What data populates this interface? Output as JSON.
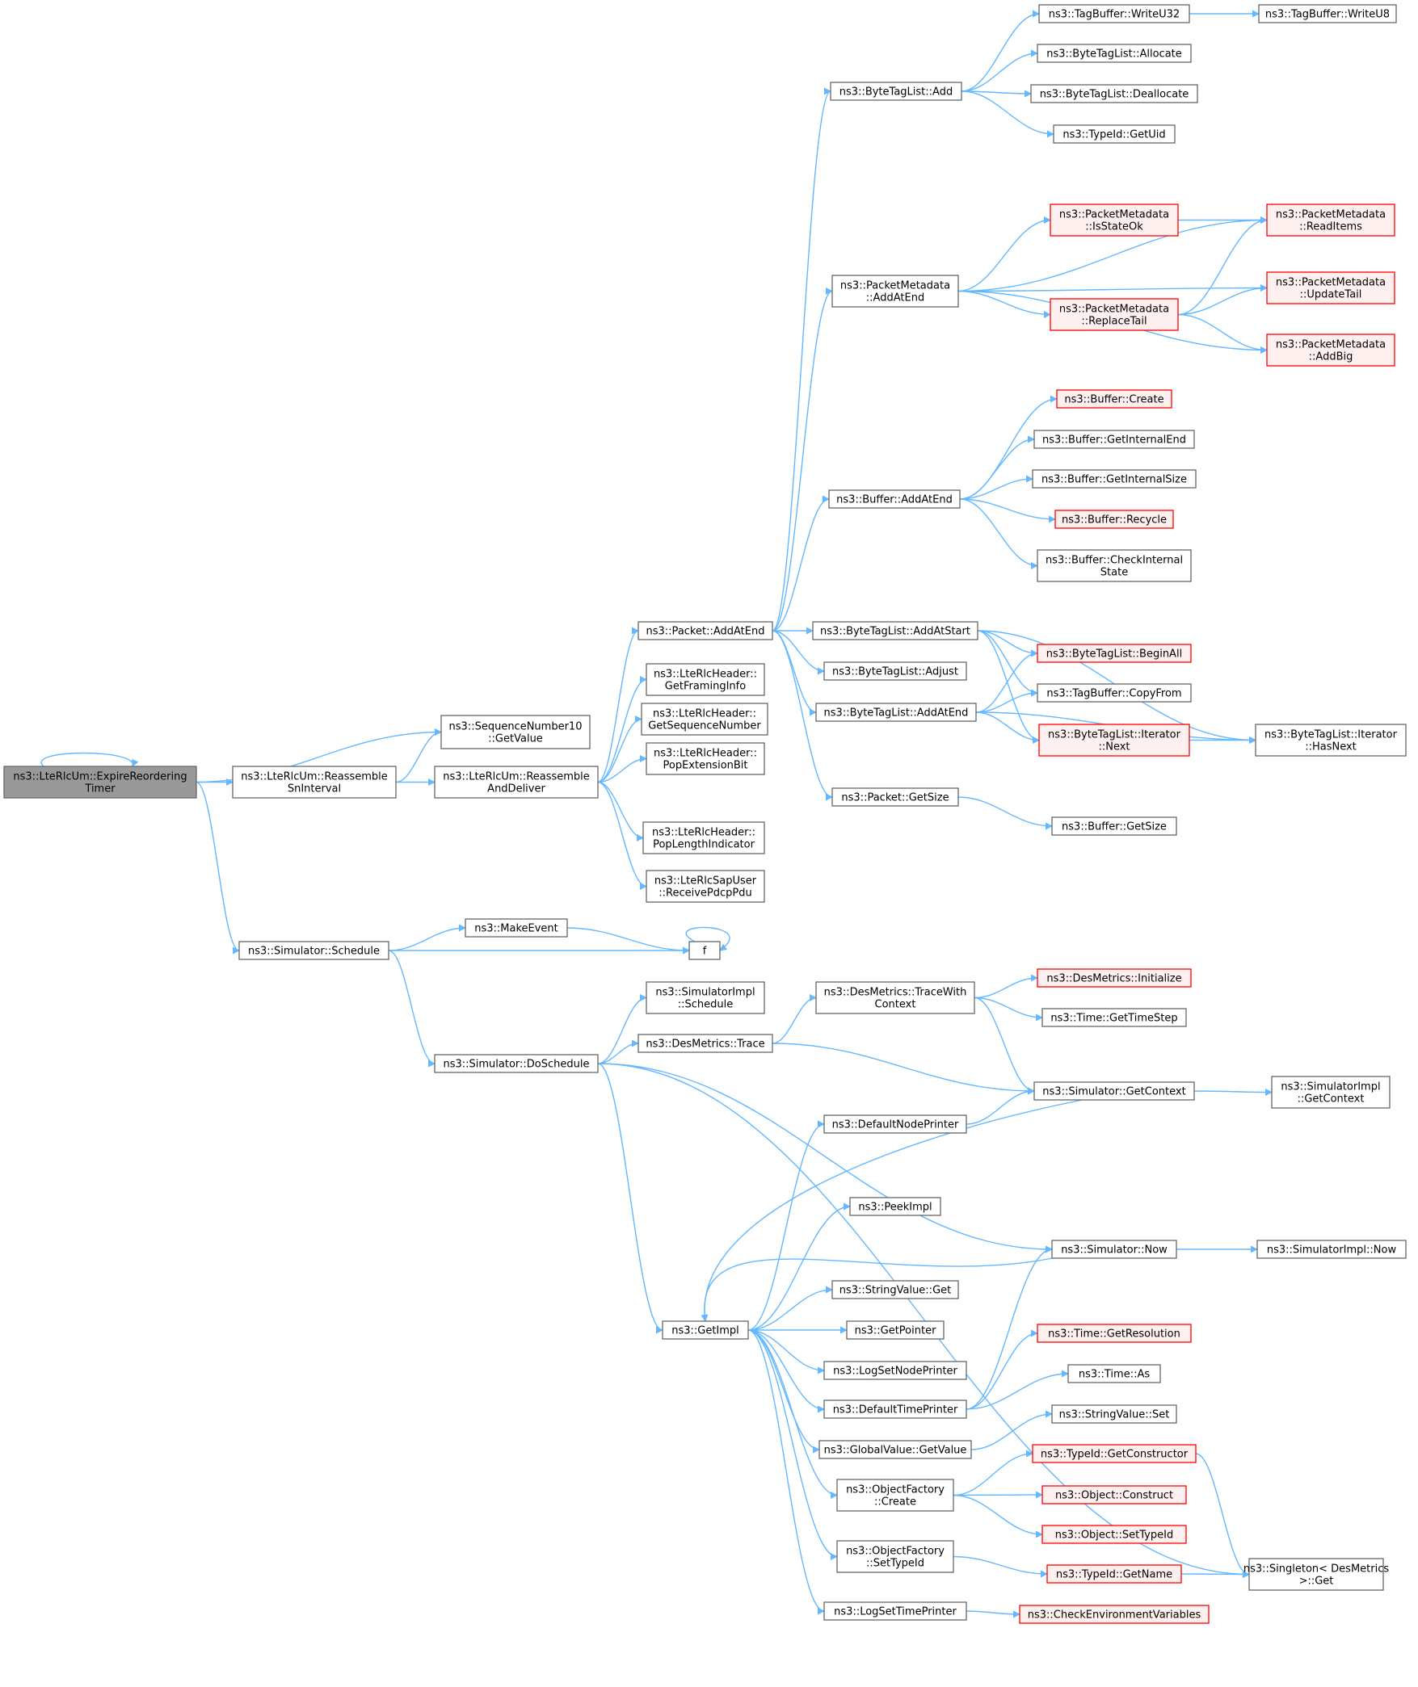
{
  "diagram": {
    "nodes": [
      {
        "id": "expire",
        "lines": [
          "ns3::LteRlcUm::ExpireReordering",
          "Timer"
        ],
        "style": "root"
      },
      {
        "id": "seq10",
        "lines": [
          "ns3::SequenceNumber10",
          "::GetValue"
        ],
        "style": "normal"
      },
      {
        "id": "reasm_sn",
        "lines": [
          "ns3::LteRlcUm::Reassemble",
          "SnInterval"
        ],
        "style": "normal"
      },
      {
        "id": "reasm_del",
        "lines": [
          "ns3::LteRlcUm::Reassemble",
          "AndDeliver"
        ],
        "style": "normal"
      },
      {
        "id": "sched",
        "lines": [
          "ns3::Simulator::Schedule"
        ],
        "style": "normal"
      },
      {
        "id": "doSched",
        "lines": [
          "ns3::Simulator::DoSchedule"
        ],
        "style": "normal"
      },
      {
        "id": "pktAdd",
        "lines": [
          "ns3::Packet::AddAtEnd"
        ],
        "style": "normal"
      },
      {
        "id": "framing",
        "lines": [
          "ns3::LteRlcHeader::",
          "GetFramingInfo"
        ],
        "style": "normal"
      },
      {
        "id": "seqnum",
        "lines": [
          "ns3::LteRlcHeader::",
          "GetSequenceNumber"
        ],
        "style": "normal"
      },
      {
        "id": "popExt",
        "lines": [
          "ns3::LteRlcHeader::",
          "PopExtensionBit"
        ],
        "style": "normal"
      },
      {
        "id": "popLen",
        "lines": [
          "ns3::LteRlcHeader::",
          "PopLengthIndicator"
        ],
        "style": "normal"
      },
      {
        "id": "recvPdcp",
        "lines": [
          "ns3::LteRlcSapUser",
          "::ReceivePdcpPdu"
        ],
        "style": "normal"
      },
      {
        "id": "makeEvent",
        "lines": [
          "ns3::MakeEvent"
        ],
        "style": "normal"
      },
      {
        "id": "f",
        "lines": [
          "f"
        ],
        "style": "normal"
      },
      {
        "id": "simImplSched",
        "lines": [
          "ns3::SimulatorImpl",
          "::Schedule"
        ],
        "style": "normal"
      },
      {
        "id": "desTrace",
        "lines": [
          "ns3::DesMetrics::Trace"
        ],
        "style": "normal"
      },
      {
        "id": "getImpl",
        "lines": [
          "ns3::GetImpl"
        ],
        "style": "normal"
      },
      {
        "id": "btlAdd",
        "lines": [
          "ns3::ByteTagList::Add"
        ],
        "style": "normal"
      },
      {
        "id": "pmAdd",
        "lines": [
          "ns3::PacketMetadata",
          "::AddAtEnd"
        ],
        "style": "normal"
      },
      {
        "id": "bufAdd",
        "lines": [
          "ns3::Buffer::AddAtEnd"
        ],
        "style": "normal"
      },
      {
        "id": "btlAddStart",
        "lines": [
          "ns3::ByteTagList::AddAtStart"
        ],
        "style": "normal"
      },
      {
        "id": "btlAdjust",
        "lines": [
          "ns3::ByteTagList::Adjust"
        ],
        "style": "normal"
      },
      {
        "id": "btlAddEnd",
        "lines": [
          "ns3::ByteTagList::AddAtEnd"
        ],
        "style": "normal"
      },
      {
        "id": "pktSize",
        "lines": [
          "ns3::Packet::GetSize"
        ],
        "style": "normal"
      },
      {
        "id": "desTraceCtx",
        "lines": [
          "ns3::DesMetrics::TraceWith",
          "Context"
        ],
        "style": "normal"
      },
      {
        "id": "defNode",
        "lines": [
          "ns3::DefaultNodePrinter"
        ],
        "style": "normal"
      },
      {
        "id": "peekImpl",
        "lines": [
          "ns3::PeekImpl"
        ],
        "style": "normal"
      },
      {
        "id": "strGet",
        "lines": [
          "ns3::StringValue::Get"
        ],
        "style": "normal"
      },
      {
        "id": "getPtr",
        "lines": [
          "ns3::GetPointer"
        ],
        "style": "normal"
      },
      {
        "id": "logNode",
        "lines": [
          "ns3::LogSetNodePrinter"
        ],
        "style": "normal"
      },
      {
        "id": "defTime",
        "lines": [
          "ns3::DefaultTimePrinter"
        ],
        "style": "normal"
      },
      {
        "id": "gvGet",
        "lines": [
          "ns3::GlobalValue::GetValue"
        ],
        "style": "normal"
      },
      {
        "id": "ofCreate",
        "lines": [
          "ns3::ObjectFactory",
          "::Create"
        ],
        "style": "normal"
      },
      {
        "id": "ofSetType",
        "lines": [
          "ns3::ObjectFactory",
          "::SetTypeId"
        ],
        "style": "normal"
      },
      {
        "id": "logTime",
        "lines": [
          "ns3::LogSetTimePrinter"
        ],
        "style": "normal"
      },
      {
        "id": "tbU32",
        "lines": [
          "ns3::TagBuffer::WriteU32"
        ],
        "style": "normal"
      },
      {
        "id": "btlAlloc",
        "lines": [
          "ns3::ByteTagList::Allocate"
        ],
        "style": "normal"
      },
      {
        "id": "btlDealloc",
        "lines": [
          "ns3::ByteTagList::Deallocate"
        ],
        "style": "normal"
      },
      {
        "id": "tidUid",
        "lines": [
          "ns3::TypeId::GetUid"
        ],
        "style": "normal"
      },
      {
        "id": "pmState",
        "lines": [
          "ns3::PacketMetadata",
          "::IsStateOk"
        ],
        "style": "trunc"
      },
      {
        "id": "pmRepl",
        "lines": [
          "ns3::PacketMetadata",
          "::ReplaceTail"
        ],
        "style": "trunc"
      },
      {
        "id": "bufCreate",
        "lines": [
          "ns3::Buffer::Create"
        ],
        "style": "trunc"
      },
      {
        "id": "bufIntEnd",
        "lines": [
          "ns3::Buffer::GetInternalEnd"
        ],
        "style": "normal"
      },
      {
        "id": "bufIntSize",
        "lines": [
          "ns3::Buffer::GetInternalSize"
        ],
        "style": "normal"
      },
      {
        "id": "bufRecycle",
        "lines": [
          "ns3::Buffer::Recycle"
        ],
        "style": "trunc"
      },
      {
        "id": "bufCheck",
        "lines": [
          "ns3::Buffer::CheckInternal",
          "State"
        ],
        "style": "normal"
      },
      {
        "id": "btlBegin",
        "lines": [
          "ns3::ByteTagList::BeginAll"
        ],
        "style": "trunc"
      },
      {
        "id": "tbCopy",
        "lines": [
          "ns3::TagBuffer::CopyFrom"
        ],
        "style": "normal"
      },
      {
        "id": "btlNext",
        "lines": [
          "ns3::ByteTagList::Iterator",
          "::Next"
        ],
        "style": "trunc"
      },
      {
        "id": "bufSize",
        "lines": [
          "ns3::Buffer::GetSize"
        ],
        "style": "normal"
      },
      {
        "id": "desInit",
        "lines": [
          "ns3::DesMetrics::Initialize"
        ],
        "style": "trunc"
      },
      {
        "id": "timeStep",
        "lines": [
          "ns3::Time::GetTimeStep"
        ],
        "style": "normal"
      },
      {
        "id": "simCtx",
        "lines": [
          "ns3::Simulator::GetContext"
        ],
        "style": "normal"
      },
      {
        "id": "simNow",
        "lines": [
          "ns3::Simulator::Now"
        ],
        "style": "normal"
      },
      {
        "id": "timeRes",
        "lines": [
          "ns3::Time::GetResolution"
        ],
        "style": "trunc"
      },
      {
        "id": "timeAs",
        "lines": [
          "ns3::Time::As"
        ],
        "style": "normal"
      },
      {
        "id": "strSet",
        "lines": [
          "ns3::StringValue::Set"
        ],
        "style": "normal"
      },
      {
        "id": "tidCtor",
        "lines": [
          "ns3::TypeId::GetConstructor"
        ],
        "style": "trunc"
      },
      {
        "id": "objCons",
        "lines": [
          "ns3::Object::Construct"
        ],
        "style": "trunc"
      },
      {
        "id": "objSetType",
        "lines": [
          "ns3::Object::SetTypeId"
        ],
        "style": "trunc"
      },
      {
        "id": "tidName",
        "lines": [
          "ns3::TypeId::GetName"
        ],
        "style": "trunc"
      },
      {
        "id": "checkEnv",
        "lines": [
          "ns3::CheckEnvironmentVariables"
        ],
        "style": "trunc"
      },
      {
        "id": "tbU8",
        "lines": [
          "ns3::TagBuffer::WriteU8"
        ],
        "style": "normal"
      },
      {
        "id": "pmRead",
        "lines": [
          "ns3::PacketMetadata",
          "::ReadItems"
        ],
        "style": "trunc"
      },
      {
        "id": "pmUpd",
        "lines": [
          "ns3::PacketMetadata",
          "::UpdateTail"
        ],
        "style": "trunc"
      },
      {
        "id": "pmBig",
        "lines": [
          "ns3::PacketMetadata",
          "::AddBig"
        ],
        "style": "trunc"
      },
      {
        "id": "btlHasNext",
        "lines": [
          "ns3::ByteTagList::Iterator",
          "::HasNext"
        ],
        "style": "normal"
      },
      {
        "id": "simImplCtx",
        "lines": [
          "ns3::SimulatorImpl",
          "::GetContext"
        ],
        "style": "normal"
      },
      {
        "id": "simImplNow",
        "lines": [
          "ns3::SimulatorImpl::Now"
        ],
        "style": "normal"
      },
      {
        "id": "singleton",
        "lines": [
          "ns3::Singleton< DesMetrics",
          ">::Get"
        ],
        "style": "normal"
      }
    ]
  },
  "colors": {
    "edge": "#63b8ff",
    "node_border": "#666666",
    "root_fill": "#999999",
    "truncated_border": "#ff0000",
    "truncated_fill": "#fff0f0"
  }
}
